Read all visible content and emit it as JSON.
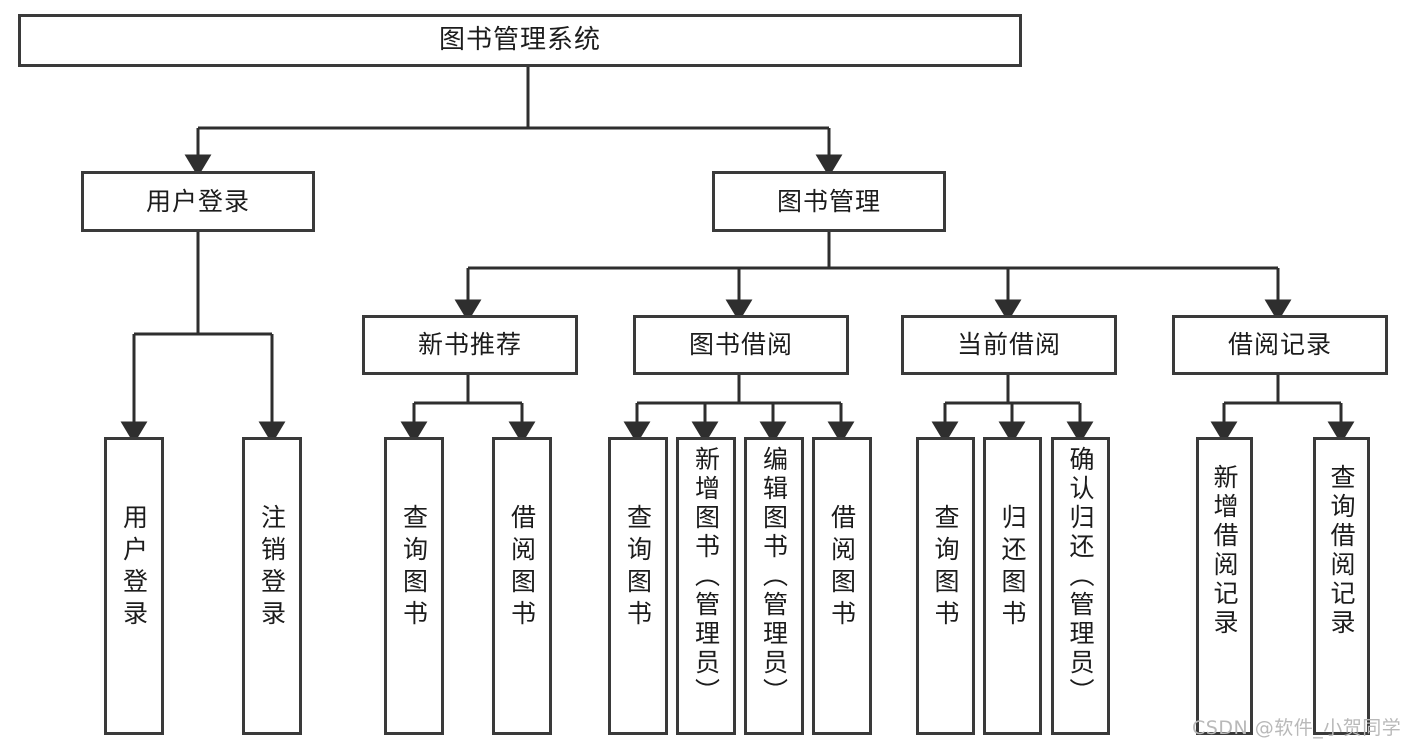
{
  "diagram": {
    "type": "tree",
    "title": "图书管理系统",
    "watermark": "CSDN @软件_小贺同学",
    "colors": {
      "box_border": "#3a3a3a",
      "box_fill": "#ffffff",
      "connector": "#2e2e2e",
      "text": "#1c1c1c",
      "watermark": "#b9b9b9",
      "background": "#ffffff"
    },
    "nodes": {
      "root": {
        "label": "图书管理系统"
      },
      "level2": [
        {
          "id": "user-login",
          "label": "用户登录"
        },
        {
          "id": "book-manage",
          "label": "图书管理"
        }
      ],
      "level3": [
        {
          "id": "new-book-recommend",
          "label": "新书推荐"
        },
        {
          "id": "book-borrow",
          "label": "图书借阅"
        },
        {
          "id": "current-borrow",
          "label": "当前借阅"
        },
        {
          "id": "borrow-record",
          "label": "借阅记录"
        }
      ],
      "leaves": {
        "user-login": [
          {
            "id": "leaf-user-login",
            "label": "用户登录"
          },
          {
            "id": "leaf-user-logout",
            "label": "注销登录"
          }
        ],
        "new-book-recommend": [
          {
            "id": "leaf-query-book-1",
            "label": "查询图书"
          },
          {
            "id": "leaf-borrow-book-1",
            "label": "借阅图书"
          }
        ],
        "book-borrow": [
          {
            "id": "leaf-query-book-2",
            "label": "查询图书"
          },
          {
            "id": "leaf-add-book",
            "label": "新增图书（管理员）"
          },
          {
            "id": "leaf-edit-book",
            "label": "编辑图书（管理员）"
          },
          {
            "id": "leaf-borrow-book-2",
            "label": "借阅图书"
          }
        ],
        "current-borrow": [
          {
            "id": "leaf-query-book-3",
            "label": "查询图书"
          },
          {
            "id": "leaf-return-book",
            "label": "归还图书"
          },
          {
            "id": "leaf-confirm-return",
            "label": "确认归还（管理员）"
          }
        ],
        "borrow-record": [
          {
            "id": "leaf-add-record",
            "label": "新增借阅记录"
          },
          {
            "id": "leaf-query-record",
            "label": "查询借阅记录"
          }
        ]
      }
    }
  }
}
